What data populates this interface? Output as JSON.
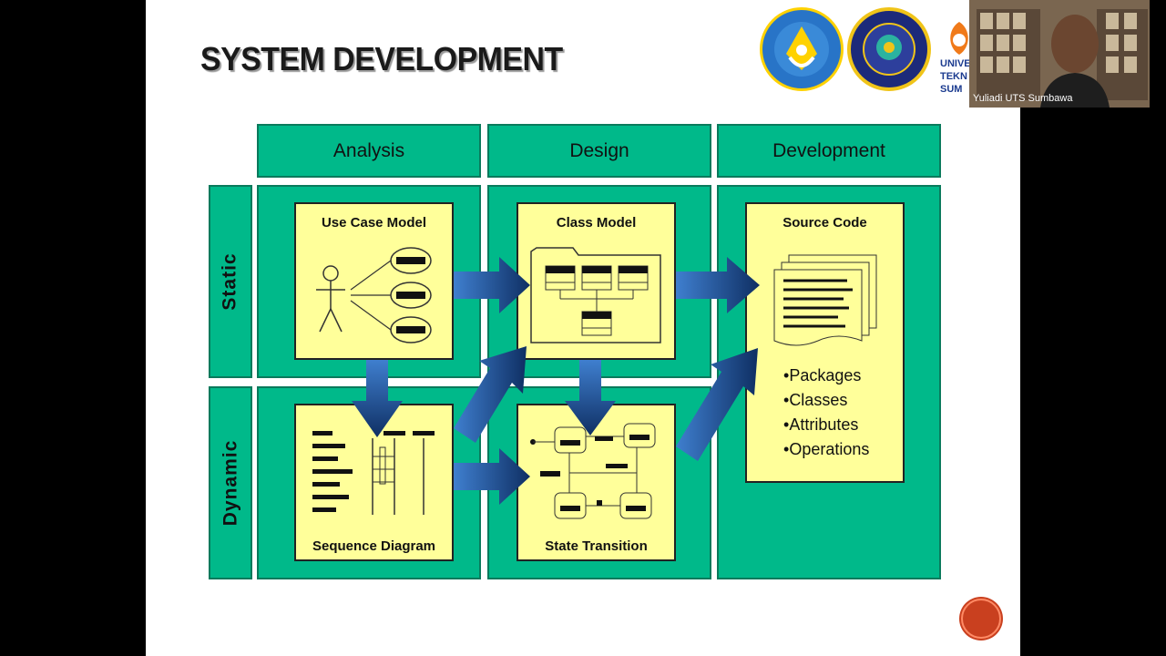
{
  "slide": {
    "title": "SYSTEM DEVELOPMENT",
    "logo3_text": [
      "UNIVE",
      "TEKN",
      "SUM"
    ]
  },
  "webcam": {
    "participant_name": "Yuliadi UTS Sumbawa"
  },
  "diagram": {
    "columns": [
      "Analysis",
      "Design",
      "Development"
    ],
    "rows": [
      "Static",
      "Dynamic"
    ],
    "boxes": {
      "use_case": "Use Case Model",
      "class_model": "Class Model",
      "source_code": "Source Code",
      "sequence": "Sequence Diagram",
      "state": "State Transition"
    },
    "source_code_items": [
      "Packages",
      "Classes",
      "Attributes",
      "Operations"
    ]
  },
  "colors": {
    "teal": "#00b98a",
    "yellow": "#ffff9a",
    "arrow": "#1f4f8f",
    "nav": "#c9401f"
  }
}
